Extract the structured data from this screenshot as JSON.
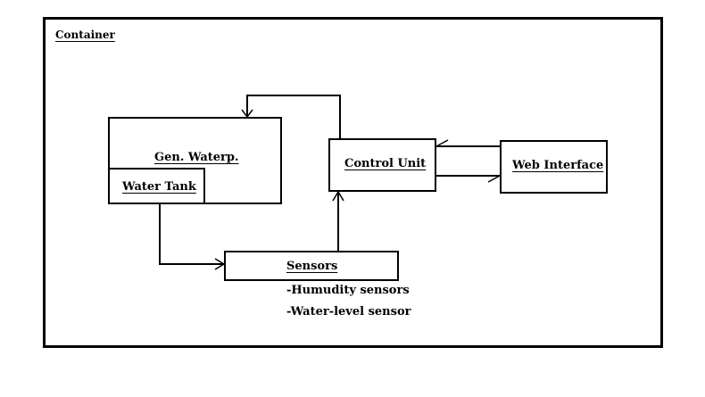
{
  "diagram": {
    "container": {
      "label": "Container"
    },
    "nodes": {
      "generator": {
        "label": "Gen. Waterp."
      },
      "water_tank": {
        "label": "Water Tank"
      },
      "control_unit": {
        "label": "Control Unit"
      },
      "web_interface": {
        "label": "Web Interface"
      },
      "sensors": {
        "label": "Sensors",
        "items": [
          "-Humudity sensors",
          "-Water-level sensor"
        ]
      }
    },
    "edges": [
      {
        "from": "control_unit",
        "to": "generator"
      },
      {
        "from": "water_tank",
        "to": "sensors"
      },
      {
        "from": "sensors",
        "to": "control_unit"
      },
      {
        "from": "web_interface",
        "to": "control_unit"
      },
      {
        "from": "control_unit",
        "to": "web_interface"
      }
    ],
    "stroke_color": "#000000",
    "background_color": "#ffffff"
  }
}
